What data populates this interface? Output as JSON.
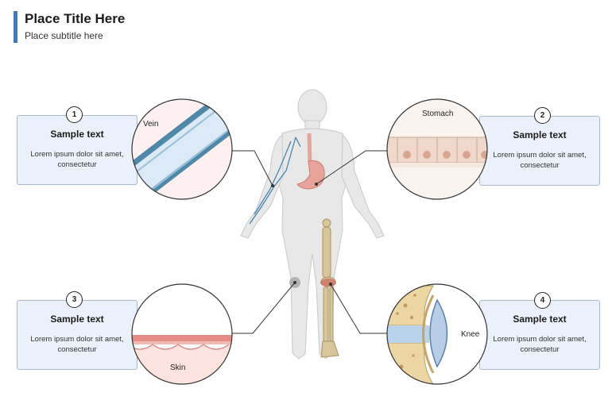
{
  "header": {
    "title": "Place Title Here",
    "subtitle": "Place subtitle here"
  },
  "callouts": [
    {
      "number": "1",
      "heading": "Sample text",
      "body": "Lorem ipsum dolor sit amet, consectetur",
      "circle_label": "Vein"
    },
    {
      "number": "2",
      "heading": "Sample text",
      "body": "Lorem ipsum dolor sit amet, consectetur",
      "circle_label": "Stomach"
    },
    {
      "number": "3",
      "heading": "Sample text",
      "body": "Lorem ipsum dolor sit amet, consectetur",
      "circle_label": "Skin"
    },
    {
      "number": "4",
      "heading": "Sample text",
      "body": "Lorem ipsum dolor sit amet, consectetur",
      "circle_label": "Knee"
    }
  ],
  "colors": {
    "accent": "#3a7cc7",
    "card_fill": "#eaf1fb",
    "card_border": "#a8b8cc",
    "vein": "#4f88a8",
    "stomach": "#e8a39a",
    "bone": "#d8c59a"
  }
}
